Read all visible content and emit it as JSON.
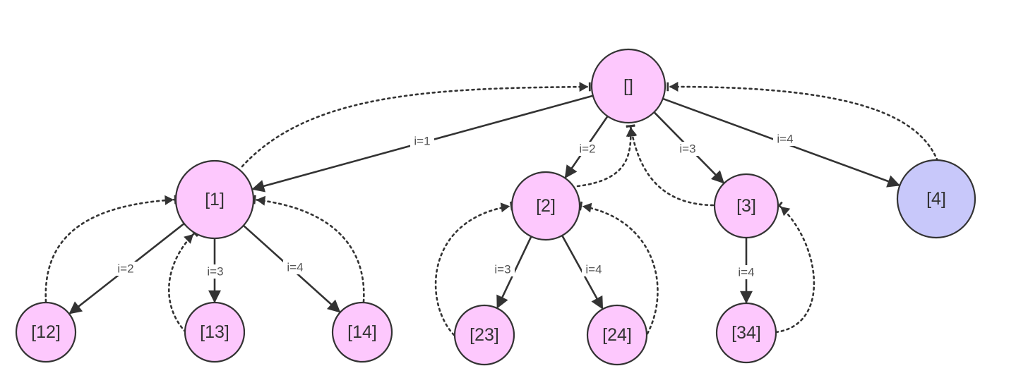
{
  "diagram": {
    "colors": {
      "node_fill": "#fdc8fd",
      "highlight_fill": "#c8c8fa",
      "stroke": "#333333"
    },
    "nodes": [
      {
        "id": "root",
        "label": "[]",
        "highlight": false
      },
      {
        "id": "n1",
        "label": "[1]",
        "highlight": false
      },
      {
        "id": "n2",
        "label": "[2]",
        "highlight": false
      },
      {
        "id": "n3",
        "label": "[3]",
        "highlight": false
      },
      {
        "id": "n4",
        "label": "[4]",
        "highlight": true
      },
      {
        "id": "n12",
        "label": "[12]",
        "highlight": false
      },
      {
        "id": "n13",
        "label": "[13]",
        "highlight": false
      },
      {
        "id": "n14",
        "label": "[14]",
        "highlight": false
      },
      {
        "id": "n23",
        "label": "[23]",
        "highlight": false
      },
      {
        "id": "n24",
        "label": "[24]",
        "highlight": false
      },
      {
        "id": "n34",
        "label": "[34]",
        "highlight": false
      }
    ],
    "edges": [
      {
        "from": "root",
        "to": "n1",
        "label": "i=1"
      },
      {
        "from": "root",
        "to": "n2",
        "label": "i=2"
      },
      {
        "from": "root",
        "to": "n3",
        "label": "i=3"
      },
      {
        "from": "root",
        "to": "n4",
        "label": "i=4"
      },
      {
        "from": "n1",
        "to": "n12",
        "label": "i=2"
      },
      {
        "from": "n1",
        "to": "n13",
        "label": "i=3"
      },
      {
        "from": "n1",
        "to": "n14",
        "label": "i=4"
      },
      {
        "from": "n2",
        "to": "n23",
        "label": "i=3"
      },
      {
        "from": "n2",
        "to": "n24",
        "label": "i=4"
      },
      {
        "from": "n3",
        "to": "n34",
        "label": "i=4"
      }
    ],
    "backtracks": [
      {
        "from": "n1",
        "to": "root"
      },
      {
        "from": "n2",
        "to": "root"
      },
      {
        "from": "n3",
        "to": "root"
      },
      {
        "from": "n4",
        "to": "root"
      },
      {
        "from": "n12",
        "to": "n1"
      },
      {
        "from": "n13",
        "to": "n1"
      },
      {
        "from": "n14",
        "to": "n1"
      },
      {
        "from": "n23",
        "to": "n2"
      },
      {
        "from": "n24",
        "to": "n2"
      },
      {
        "from": "n34",
        "to": "n3"
      }
    ]
  }
}
